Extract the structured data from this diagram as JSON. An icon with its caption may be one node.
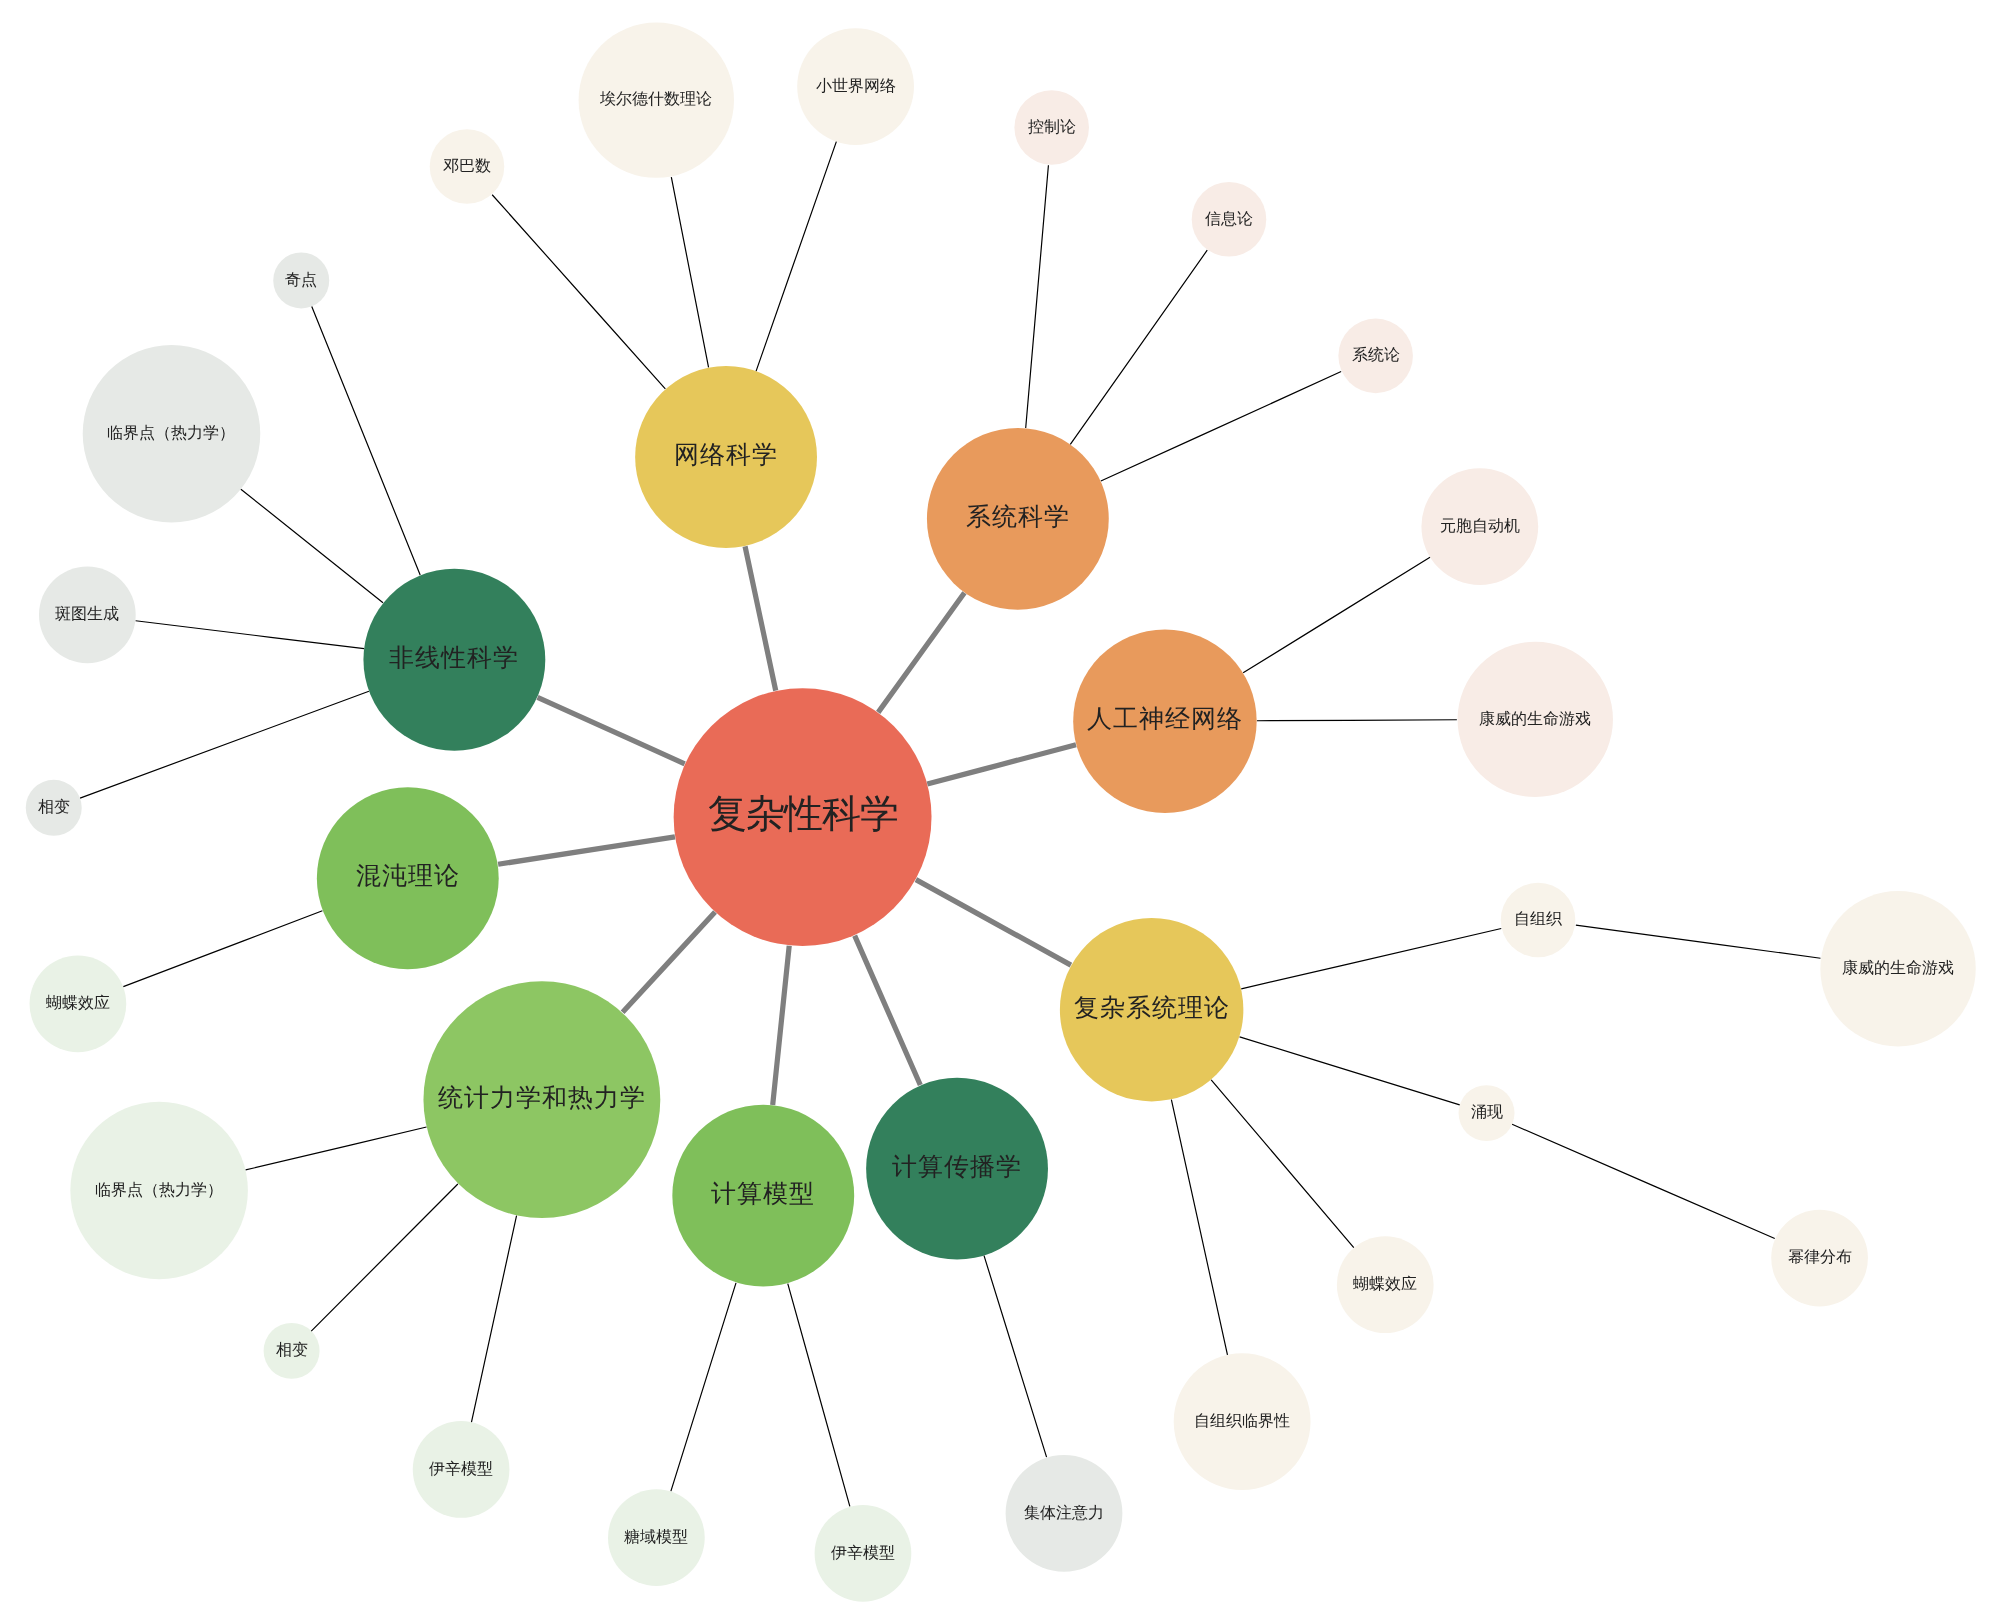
{
  "diagram": {
    "nodes": [
      {
        "text": [
          "复杂性科学"
        ]
      },
      {
        "text": [
          "人工神经网络"
        ]
      },
      {
        "text": [
          "系统科学"
        ]
      },
      {
        "text": [
          "网络科学"
        ]
      },
      {
        "text": [
          "非线性科学"
        ]
      },
      {
        "text": [
          "混沌理论"
        ]
      },
      {
        "text": [
          "统计力学和热力学"
        ]
      },
      {
        "text": [
          "计算模型"
        ]
      },
      {
        "text": [
          "计算传播学"
        ]
      },
      {
        "text": [
          "复杂系统理论"
        ]
      },
      {
        "text": [
          "康威的生命游戏"
        ]
      },
      {
        "text": [
          "元胞自动机"
        ]
      },
      {
        "text": [
          "系统论"
        ]
      },
      {
        "text": [
          "信息论"
        ]
      },
      {
        "text": [
          "控制论"
        ]
      },
      {
        "text": [
          "小世界网络"
        ]
      },
      {
        "text": [
          "埃尔德什数理论"
        ]
      },
      {
        "text": [
          "邓巴数"
        ]
      },
      {
        "text": [
          "奇点"
        ]
      },
      {
        "text": [
          "临界点（热力学）"
        ]
      },
      {
        "text": [
          "斑图生成"
        ]
      },
      {
        "text": [
          "相变"
        ]
      },
      {
        "text": [
          "蝴蝶效应"
        ]
      },
      {
        "text": [
          "临界点（热力学）"
        ]
      },
      {
        "text": [
          "相变"
        ]
      },
      {
        "text": [
          "伊辛模型"
        ]
      },
      {
        "text": [
          "糖域模型"
        ]
      },
      {
        "text": [
          "伊辛模型"
        ]
      },
      {
        "text": [
          "集体注意力"
        ]
      },
      {
        "text": [
          "自组织临界性"
        ]
      },
      {
        "text": [
          "蝴蝶效应"
        ]
      },
      {
        "text": [
          "涌现"
        ]
      },
      {
        "text": [
          "幂律分布"
        ]
      },
      {
        "text": [
          "自组织"
        ]
      },
      {
        "text": [
          "康威的生命游戏"
        ]
      }
    ],
    "edges": [
      {
        "from": 0,
        "to": 1,
        "arrow": "none",
        "style": "thick",
        "color": "#7f7f7f"
      },
      {
        "from": 0,
        "to": 2,
        "arrow": "none",
        "style": "thick",
        "color": "#7f7f7f"
      },
      {
        "from": 0,
        "to": 3,
        "arrow": "none",
        "style": "thick",
        "color": "#7f7f7f"
      },
      {
        "from": 0,
        "to": 4,
        "arrow": "none",
        "style": "thick",
        "color": "#7f7f7f"
      },
      {
        "from": 0,
        "to": 5,
        "arrow": "none",
        "style": "thick",
        "color": "#7f7f7f"
      },
      {
        "from": 0,
        "to": 6,
        "arrow": "none",
        "style": "thick",
        "color": "#7f7f7f"
      },
      {
        "from": 0,
        "to": 7,
        "arrow": "none",
        "style": "thick",
        "color": "#7f7f7f"
      },
      {
        "from": 0,
        "to": 8,
        "arrow": "none",
        "style": "thick",
        "color": "#7f7f7f"
      },
      {
        "from": 0,
        "to": 9,
        "arrow": "none",
        "style": "thick",
        "color": "#7f7f7f"
      },
      {
        "from": 1,
        "to": 10,
        "arrow": "none"
      },
      {
        "from": 1,
        "to": 11,
        "arrow": "none"
      },
      {
        "from": 2,
        "to": 12,
        "arrow": "none"
      },
      {
        "from": 2,
        "to": 13,
        "arrow": "none"
      },
      {
        "from": 2,
        "to": 14,
        "arrow": "none"
      },
      {
        "from": 3,
        "to": 15,
        "arrow": "none"
      },
      {
        "from": 3,
        "to": 16,
        "arrow": "none"
      },
      {
        "from": 3,
        "to": 17,
        "arrow": "none"
      },
      {
        "from": 4,
        "to": 18,
        "arrow": "none"
      },
      {
        "from": 4,
        "to": 19,
        "arrow": "none"
      },
      {
        "from": 4,
        "to": 20,
        "arrow": "none"
      },
      {
        "from": 4,
        "to": 21,
        "arrow": "none"
      },
      {
        "from": 5,
        "to": 22,
        "arrow": "none"
      },
      {
        "from": 6,
        "to": 23,
        "arrow": "none"
      },
      {
        "from": 6,
        "to": 24,
        "arrow": "none"
      },
      {
        "from": 6,
        "to": 25,
        "arrow": "none"
      },
      {
        "from": 7,
        "to": 26,
        "arrow": "none"
      },
      {
        "from": 7,
        "to": 27,
        "arrow": "none"
      },
      {
        "from": 8,
        "to": 28,
        "arrow": "none"
      },
      {
        "from": 9,
        "to": 29,
        "arrow": "none"
      },
      {
        "from": 9,
        "to": 30,
        "arrow": "none"
      },
      {
        "from": 9,
        "to": 31,
        "arrow": "none"
      },
      {
        "from": 31,
        "to": 32,
        "arrow": "none"
      },
      {
        "from": 9,
        "to": 33,
        "arrow": "none"
      },
      {
        "from": 33,
        "to": 34,
        "arrow": "none"
      }
    ]
  }
}
